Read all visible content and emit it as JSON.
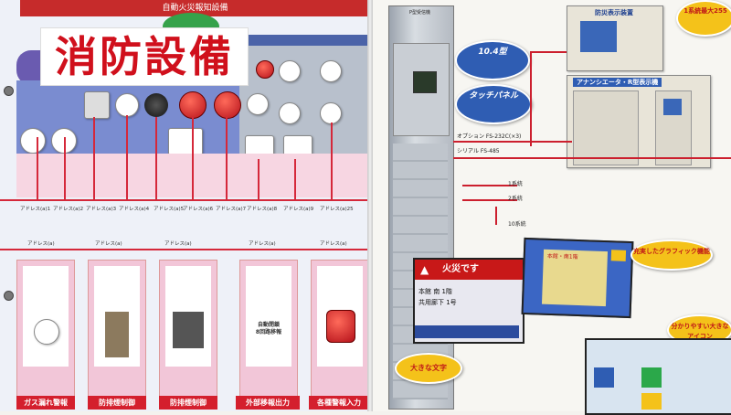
{
  "title": "消防設備",
  "section_header": "自動火災報知設備",
  "left": {
    "addresses_top": [
      "アドレス(a)1",
      "アドレス(a)2",
      "アドレス(a)3",
      "アドレス(a)4",
      "アドレス(a)5",
      "アドレス(a)6",
      "アドレス(a)7",
      "アドレス(a)8",
      "アドレス(a)9",
      "アドレス(a)25"
    ],
    "addresses_bottom": [
      "アドレス(a)",
      "アドレス(a)",
      "アドレス(a)",
      "アドレス(a)",
      "アドレス(a)"
    ],
    "bottom_labels": [
      "ガス漏れ警報",
      "防排煙制御",
      "防排煙制御",
      "外部移報出力",
      "各種警報入力"
    ],
    "card_text": [
      "自動閉鎖",
      "8回路移報"
    ]
  },
  "right": {
    "cabinet_label": "P型受信機",
    "bubble_screen": "10.4型",
    "bubble_touch": "タッチパネル",
    "top_monitor_label": "防災表示装置",
    "annunciator_label": "アナンシエータ・R型表示機",
    "option_label": "オプション FS-232C(×3)",
    "ch_label": "シリアル FS-485",
    "corner_text": "1系統最大255",
    "fire_title": "火災です",
    "fire_body": [
      "本館  南  1階",
      "共用廊下  1号"
    ],
    "badge_graphic": "充実したグラフィック機能",
    "badge_icon": "分かりやすい大きなアイコン",
    "badge_text": "大きな文字",
    "floor_tag": "本館・南1階",
    "legend": [
      "1系統",
      "2系統",
      "10系統"
    ]
  },
  "colors": {
    "accent_red": "#d41f2d",
    "brand_blue": "#2f5db3",
    "pink": "#f2c6d8"
  }
}
